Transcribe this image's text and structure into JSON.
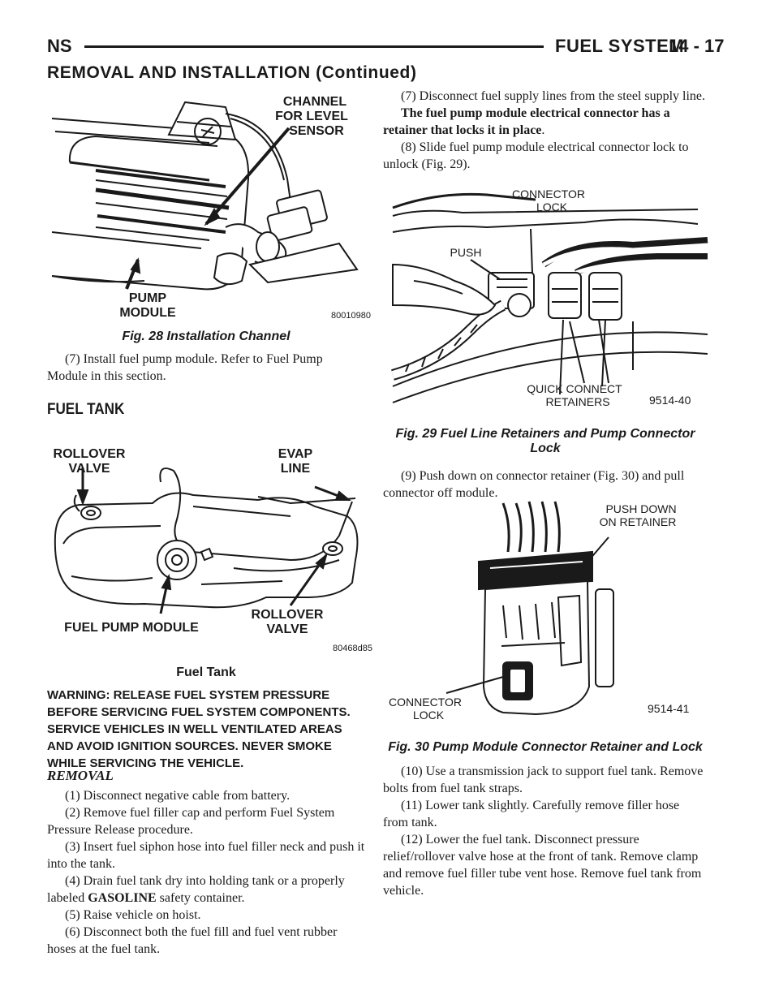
{
  "header": {
    "left": "NS",
    "right": "FUEL SYSTEM",
    "page": "14 - 17"
  },
  "section_title": "REMOVAL AND INSTALLATION (Continued)",
  "fig28": {
    "labels": {
      "channel_line1": "CHANNEL",
      "channel_line2": "FOR LEVEL",
      "channel_line3": "SENSOR",
      "pump_line1": "PUMP",
      "pump_line2": "MODULE",
      "code": "80010980"
    },
    "caption": "Fig. 28 Installation Channel"
  },
  "para_step7_install": "(7) Install fuel pump module. Refer to Fuel Pump Module in this section.",
  "fuel_tank_heading": "FUEL TANK",
  "fuel_tank_fig": {
    "labels": {
      "rollover1_line1": "ROLLOVER",
      "rollover1_line2": "VALVE",
      "evap_line1": "EVAP",
      "evap_line2": "LINE",
      "fuel_pump_module": "FUEL PUMP MODULE",
      "rollover2_line1": "ROLLOVER",
      "rollover2_line2": "VALVE",
      "code": "80468d85"
    },
    "caption": "Fuel Tank"
  },
  "warning": "WARNING: RELEASE FUEL SYSTEM PRESSURE BEFORE SERVICING FUEL SYSTEM COMPONENTS. SERVICE VEHICLES IN WELL VENTILATED AREAS AND AVOID IGNITION SOURCES. NEVER SMOKE WHILE SERVICING THE VEHICLE.",
  "removal_heading": "REMOVAL",
  "removal_steps": {
    "s1": "(1) Disconnect negative cable from battery.",
    "s2": "(2) Remove fuel filler cap and perform Fuel System Pressure Release procedure.",
    "s3": "(3) Insert fuel siphon hose into fuel filler neck and push it into the tank.",
    "s4_pre": "(4) Drain fuel tank dry into holding tank or a properly labeled",
    "s4_bold": "GASOLINE",
    "s4_post": "safety container.",
    "s5": "(5) Raise vehicle on hoist.",
    "s6": "(6) Disconnect both the fuel fill and fuel vent rubber hoses at the fuel tank."
  },
  "right_col": {
    "s7": "(7) Disconnect fuel supply lines from the steel supply line.",
    "note_bold": "The fuel pump module electrical connector has a retainer that locks it in place",
    "s8": "(8) Slide fuel pump module electrical connector lock to unlock (Fig. 29).",
    "s9": "(9) Push down on connector retainer (Fig. 30) and pull connector off module.",
    "s10": "(10) Use a transmission jack to support fuel tank. Remove bolts from fuel tank straps.",
    "s11": "(11) Lower tank slightly. Carefully remove filler hose from tank.",
    "s12": "(12) Lower the fuel tank. Disconnect pressure relief/rollover valve hose at the front of tank. Remove clamp and remove fuel filler tube vent hose. Remove fuel tank from vehicle."
  },
  "fig29": {
    "labels": {
      "connector_line1": "CONNECTOR",
      "connector_line2": "LOCK",
      "push": "PUSH",
      "quick_line1": "QUICK CONNECT",
      "quick_line2": "RETAINERS",
      "code": "9514-40"
    },
    "caption_line1": "Fig. 29 Fuel Line Retainers and Pump Connector",
    "caption_line2": "Lock"
  },
  "fig30": {
    "labels": {
      "push_down_line1": "PUSH DOWN",
      "push_down_line2": "ON RETAINER",
      "connector_line1": "CONNECTOR",
      "connector_line2": "LOCK",
      "code": "9514-41"
    },
    "caption": "Fig. 30 Pump Module Connector Retainer and Lock"
  }
}
